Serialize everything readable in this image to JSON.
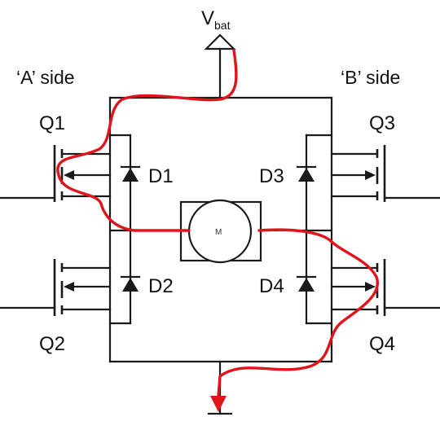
{
  "supply": {
    "main": "V",
    "sub": "bat"
  },
  "sides": {
    "a": "‘A’ side",
    "b": "‘B’ side"
  },
  "transistors": {
    "q1": "Q1",
    "q2": "Q2",
    "q3": "Q3",
    "q4": "Q4"
  },
  "diodes": {
    "d1": "D1",
    "d2": "D2",
    "d3": "D3",
    "d4": "D4"
  },
  "motor": {
    "label": "M"
  },
  "colors": {
    "wire": "#1a1a1a",
    "current_path": "#e0141b"
  }
}
